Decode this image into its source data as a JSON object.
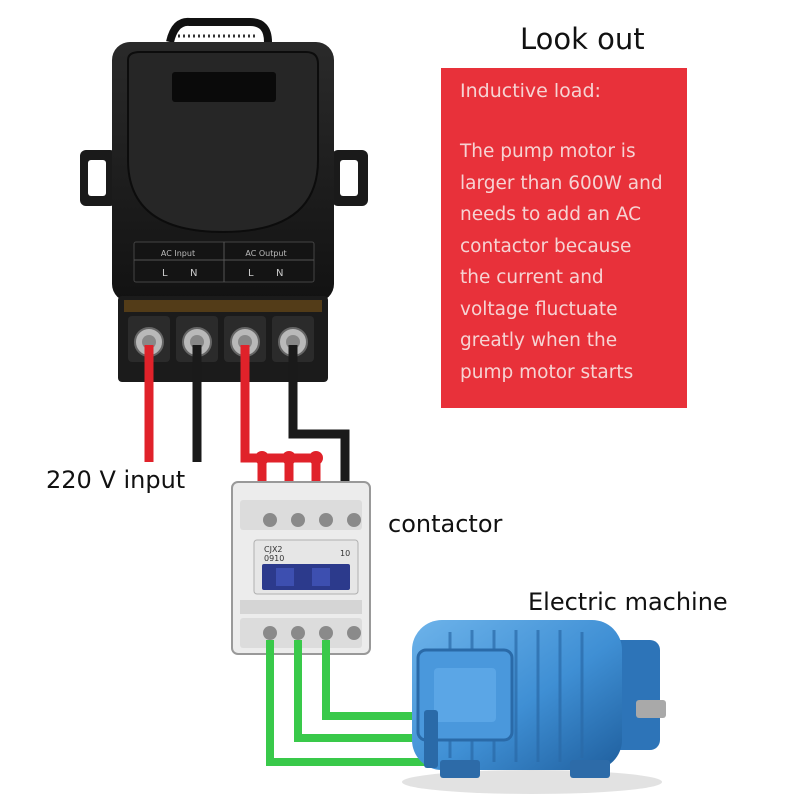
{
  "title": "Look out",
  "note": {
    "heading": "Inductive load:",
    "lines": [
      "The pump motor is",
      "larger than 600W and",
      "needs to add an AC",
      "contactor because",
      "the current and",
      "voltage fluctuate",
      "greatly when the",
      "pump motor starts"
    ],
    "background": "#e8313a"
  },
  "labels": {
    "input": "220 V input",
    "contactor": "contactor",
    "motor": "Electric machine"
  },
  "receiver": {
    "ac_input_label": "AC Input",
    "ac_output_label": "AC Output",
    "terminal_l": "L",
    "terminal_n": "N"
  },
  "contactor_device": {
    "model_line1": "CJX2",
    "model_line2": "0910",
    "rating": "10"
  },
  "colors": {
    "live_wire": "#e0222a",
    "neutral_wire": "#1a1a1a",
    "motor_wire": "#39c94a",
    "receiver_body": "#1c1c1c",
    "motor_body": "#3f8fd4",
    "contactor_accent": "#2c3a8c"
  },
  "icons": [
    "remote-receiver-icon",
    "contactor-device-icon",
    "electric-motor-icon",
    "wire-icon"
  ]
}
